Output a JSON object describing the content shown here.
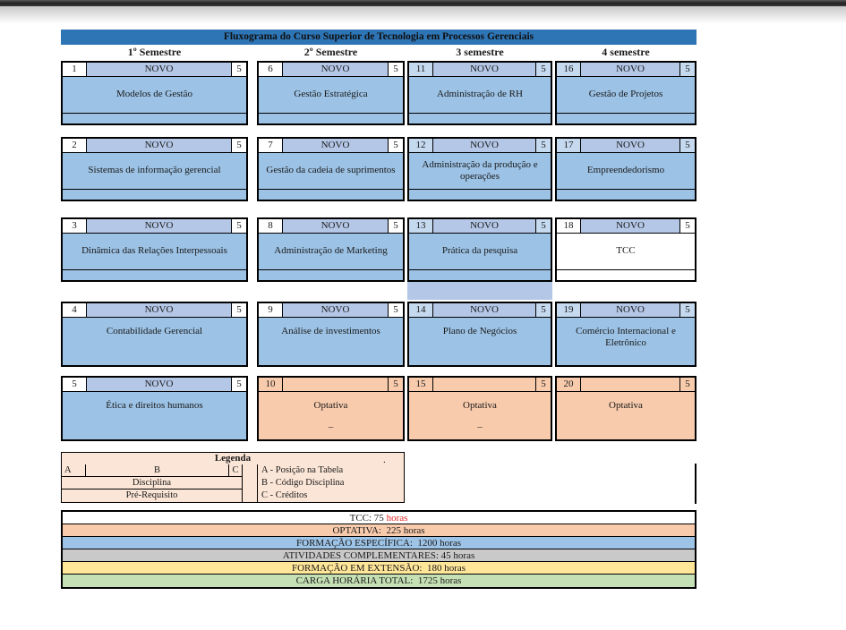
{
  "title": "Fluxograma do Curso Superior de Tecnologia em Processos Gerenciais",
  "columns": [
    {
      "header": "1º Semestre"
    },
    {
      "header": "2º Semestre"
    },
    {
      "header": "3 semestre"
    },
    {
      "header": "4 semestre"
    }
  ],
  "grid": {
    "rows": [
      [
        {
          "num": "1",
          "code": "NOVO",
          "credits": "5",
          "name": "Modelos de Gestão",
          "note": "",
          "style": "blue",
          "tint": false,
          "divider": true,
          "highlight": false
        },
        {
          "num": "6",
          "code": "NOVO",
          "credits": "5",
          "name": "Gestão Estratégica",
          "note": "",
          "style": "blue",
          "tint": false,
          "divider": true,
          "highlight": false
        },
        {
          "num": "11",
          "code": "NOVO",
          "credits": "5",
          "name": "Administração de RH",
          "note": "",
          "style": "blue",
          "tint": true,
          "divider": true,
          "highlight": false
        },
        {
          "num": "16",
          "code": "NOVO",
          "credits": "5",
          "name": "Gestão de Projetos",
          "note": "",
          "style": "blue",
          "tint": true,
          "divider": true,
          "highlight": false
        }
      ],
      [
        {
          "num": "2",
          "code": "NOVO",
          "credits": "5",
          "name": "Sistemas de informação gerencial",
          "note": "",
          "style": "blue",
          "tint": false,
          "divider": true,
          "highlight": false
        },
        {
          "num": "7",
          "code": "NOVO",
          "credits": "5",
          "name": "Gestão da cadeia de suprimentos",
          "note": "",
          "style": "blue",
          "tint": false,
          "divider": true,
          "highlight": false
        },
        {
          "num": "12",
          "code": "NOVO",
          "credits": "5",
          "name": "Administração da produção e operações",
          "note": "",
          "style": "blue",
          "tint": true,
          "divider": true,
          "highlight": false
        },
        {
          "num": "17",
          "code": "NOVO",
          "credits": "5",
          "name": "Empreendedorismo",
          "note": "",
          "style": "blue",
          "tint": true,
          "divider": true,
          "highlight": false
        }
      ],
      [
        {
          "num": "3",
          "code": "NOVO",
          "credits": "5",
          "name": "Dinâmica das Relações Interpessoais",
          "note": "",
          "style": "blue",
          "tint": false,
          "divider": true,
          "highlight": false
        },
        {
          "num": "8",
          "code": "NOVO",
          "credits": "5",
          "name": "Administração de Marketing",
          "note": "",
          "style": "blue",
          "tint": false,
          "divider": true,
          "highlight": false
        },
        {
          "num": "13",
          "code": "NOVO",
          "credits": "5",
          "name": "Prática da pesquisa",
          "note": "",
          "style": "blue",
          "tint": true,
          "divider": true,
          "highlight": true
        },
        {
          "num": "18",
          "code": "NOVO",
          "credits": "5",
          "name": "TCC",
          "note": "",
          "style": "white",
          "tint": false,
          "divider": true,
          "highlight": false
        }
      ],
      [
        {
          "num": "4",
          "code": "NOVO",
          "credits": "5",
          "name": "Contabilidade Gerencial",
          "note": "",
          "style": "blue",
          "tint": false,
          "divider": false,
          "highlight": false
        },
        {
          "num": "9",
          "code": "NOVO",
          "credits": "5",
          "name": "Análise de investimentos",
          "note": "",
          "style": "blue",
          "tint": false,
          "divider": false,
          "highlight": false
        },
        {
          "num": "14",
          "code": "NOVO",
          "credits": "5",
          "name": "Plano de Negócios",
          "note": "",
          "style": "blue",
          "tint": true,
          "divider": false,
          "highlight": false
        },
        {
          "num": "19",
          "code": "NOVO",
          "credits": "5",
          "name": "Comércio Internacional e Eletrônico",
          "note": "",
          "style": "blue",
          "tint": true,
          "divider": false,
          "highlight": false
        }
      ],
      [
        {
          "num": "5",
          "code": "NOVO",
          "credits": "5",
          "name": "Ética e direitos humanos",
          "note": "",
          "style": "blue",
          "tint": false,
          "divider": false,
          "highlight": false
        },
        {
          "num": "10",
          "code": "",
          "credits": "5",
          "name": "Optativa",
          "note": "–",
          "style": "orange",
          "tint": false,
          "divider": false,
          "highlight": false
        },
        {
          "num": "15",
          "code": "",
          "credits": "5",
          "name": "Optativa",
          "note": "–",
          "style": "orange",
          "tint": false,
          "divider": false,
          "highlight": false
        },
        {
          "num": "20",
          "code": "",
          "credits": "5",
          "name": "Optativa",
          "note": "",
          "style": "orange",
          "tint": false,
          "divider": false,
          "highlight": false
        }
      ]
    ]
  },
  "legend": {
    "title": "Legenda",
    "a": "A",
    "b": "B",
    "c": "C",
    "discipline": "Disciplina",
    "prereq": "Pré-Requisito",
    "items": [
      "A - Posição na Tabela",
      "B - Código Disciplina",
      "C - Créditos"
    ],
    "stray_dot": "."
  },
  "summary": {
    "rows": [
      {
        "bg": "#ffffff",
        "parts": [
          {
            "text": "TCC: 75 "
          },
          {
            "text": "horas",
            "color": "#e02424"
          }
        ]
      },
      {
        "bg": "#f8cbad",
        "parts": [
          {
            "text": "OPTATIVA:  225 horas"
          }
        ]
      },
      {
        "bg": "#9dc3e6",
        "parts": [
          {
            "text": "FORMAÇÃO ESPECÍFICA:  1200 horas"
          }
        ]
      },
      {
        "bg": "#c9c9c9",
        "parts": [
          {
            "text": "ATIVIDADES COMPLEMENTARES: 45 horas"
          }
        ]
      },
      {
        "bg": "#ffe699",
        "parts": [
          {
            "text": "FORMAÇÃO EM EXTENSÃO:  180 horas"
          }
        ]
      },
      {
        "bg": "#c5e0b4",
        "parts": [
          {
            "text": "CARGA HORÁRIA TOTAL:  1725 horas"
          }
        ]
      }
    ]
  },
  "colors": {
    "title_bar": "#2e75b6",
    "card_blue_body": "#9cc2e5",
    "card_code_cell": "#b4c7e7",
    "card_header_tint": "#c5d9ef",
    "card_orange": "#f8cbad",
    "legend_bg": "#fbe5d6",
    "selection_highlight": "#b4c7e7",
    "summary_red_text": "#e02424",
    "border": "#000000"
  }
}
